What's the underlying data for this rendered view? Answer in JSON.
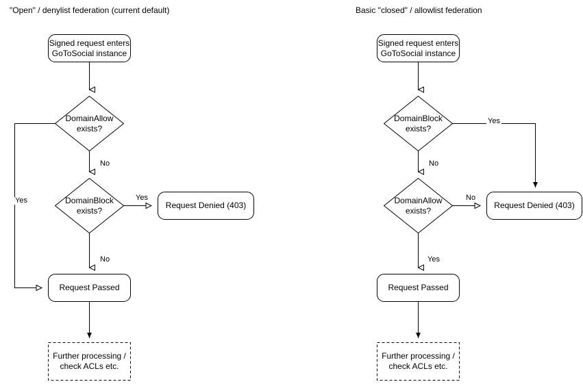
{
  "page": {
    "background_color": "#ffffff",
    "stroke_color": "#000000",
    "text_color": "#000000"
  },
  "diagrams": [
    {
      "id": "open-denylist",
      "title": "\"Open\" / denylist federation (current default)",
      "nodes": {
        "entry": "Signed request enters\nGoToSocial instance",
        "decision_allow": "DomainAllow\nexists?",
        "decision_block": "DomainBlock\nexists?",
        "denied": "Request Denied (403)",
        "passed": "Request Passed",
        "further": "Further processing /\ncheck ACLs etc."
      },
      "edge_labels": {
        "allow_yes": "Yes",
        "allow_no": "No",
        "block_yes": "Yes",
        "block_no": "No"
      }
    },
    {
      "id": "closed-allowlist",
      "title": "Basic \"closed\" / allowlist federation",
      "nodes": {
        "entry": "Signed request enters\nGoToSocial instance",
        "decision_block": "DomainBlock\nexists?",
        "decision_allow": "DomainAllow\nexists?",
        "denied": "Request Denied (403)",
        "passed": "Request Passed",
        "further": "Further processing /\ncheck ACLs etc."
      },
      "edge_labels": {
        "block_yes": "Yes",
        "block_no": "No",
        "allow_no": "No",
        "allow_yes": "Yes"
      }
    }
  ]
}
